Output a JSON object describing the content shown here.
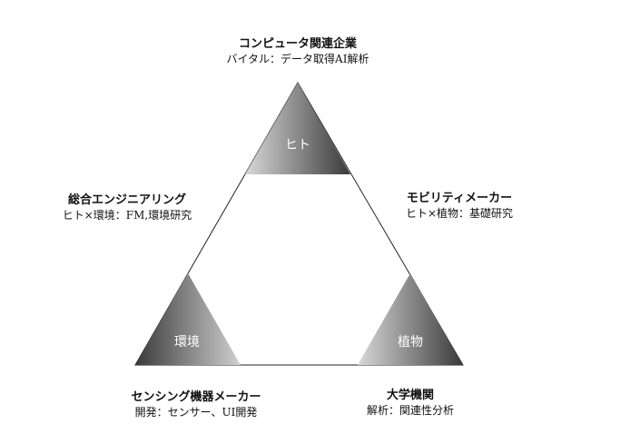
{
  "corners": {
    "top": "ヒト",
    "left": "環境",
    "right": "植物"
  },
  "labels": {
    "top": {
      "title": "コンピュータ関連企業",
      "sub": "バイタル：データ取得AI解析"
    },
    "upper_left": {
      "title": "総合エンジニアリング",
      "sub": "ヒト×環境：FM,環境研究"
    },
    "upper_right": {
      "title": "モビリティメーカー",
      "sub": "ヒト×植物：基礎研究"
    },
    "bottom_left": {
      "title": "センシング機器メーカー",
      "sub": "開発：センサー、UI開発"
    },
    "bottom_right": {
      "title": "大学機関",
      "sub": "解析：関連性分析"
    }
  }
}
